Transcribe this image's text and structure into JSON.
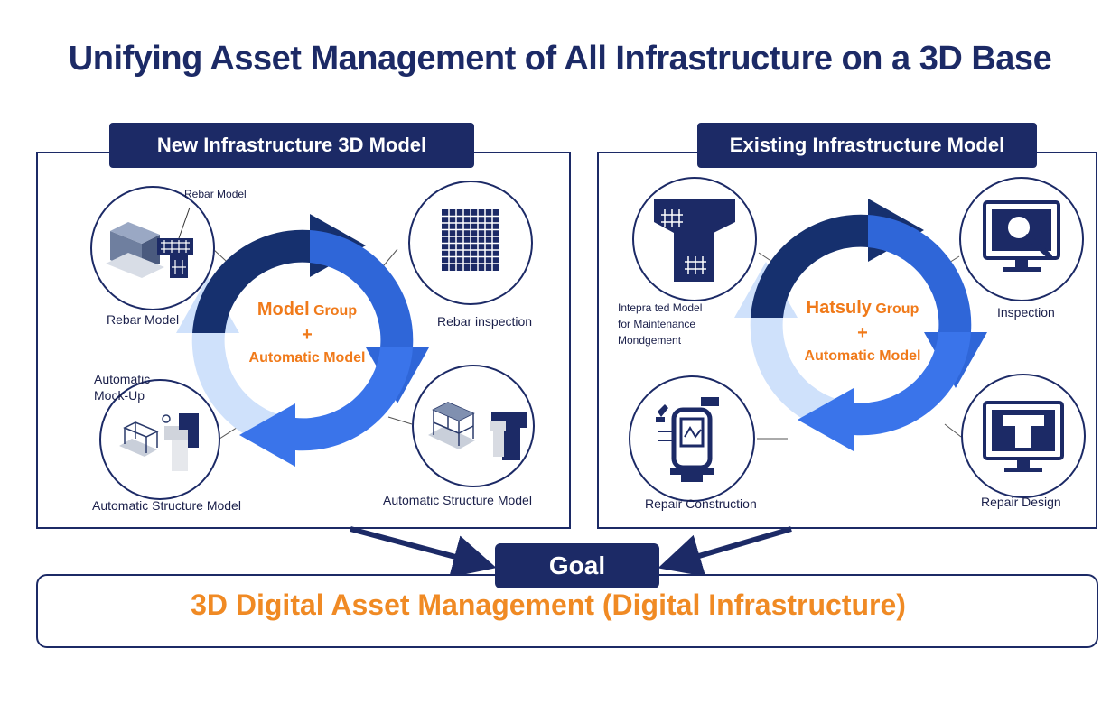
{
  "title": "Unifying Asset Management of All Infrastructure on a 3D Base",
  "left_panel": {
    "heading": "New Infrastructure 3D Model",
    "center": {
      "line1_main": "Model",
      "line1_suffix": "Group",
      "plus": "+",
      "line2": "Automatic Model"
    },
    "items": {
      "rebar_model_callout": "Rebar Model",
      "rebar_model": "Rebar Model",
      "rebar_inspection": "Rebar inspection",
      "automatic_mockup_line1": "Automatic",
      "automatic_mockup_line2": "Mock-Up",
      "automatic_structure_model_left": "Automatic Structure Model",
      "automatic_structure_model_right": "Automatic Structure Model"
    }
  },
  "right_panel": {
    "heading": "Existing Infrastructure Model",
    "center": {
      "line1_main": "Hatsuly",
      "line1_suffix": "Group",
      "plus": "+",
      "line2": "Automatic Model"
    },
    "items": {
      "integrated_line1": "Intepra ted Model",
      "integrated_line2": "for Maintenance",
      "integrated_line3": "Mondgement",
      "inspection": "Inspection",
      "repair_construction": "Repair Construction",
      "repair_design": "Repair Design"
    }
  },
  "goal": {
    "tab": "Goal",
    "text": "3D Digital Asset Management (Digital Infrastructure)"
  },
  "colors": {
    "navy": "#1c2a66",
    "orange": "#f07a1a",
    "arrow_dark": "#16306e",
    "arrow_mid": "#2f66d8",
    "arrow_light": "#cfe1fb"
  },
  "icons": [
    "rebar-model-icon",
    "rebar-grid-icon",
    "mockup-icon",
    "structure-model-icon",
    "integrated-model-icon",
    "inspection-monitor-icon",
    "repair-construction-icon",
    "repair-design-monitor-icon"
  ]
}
